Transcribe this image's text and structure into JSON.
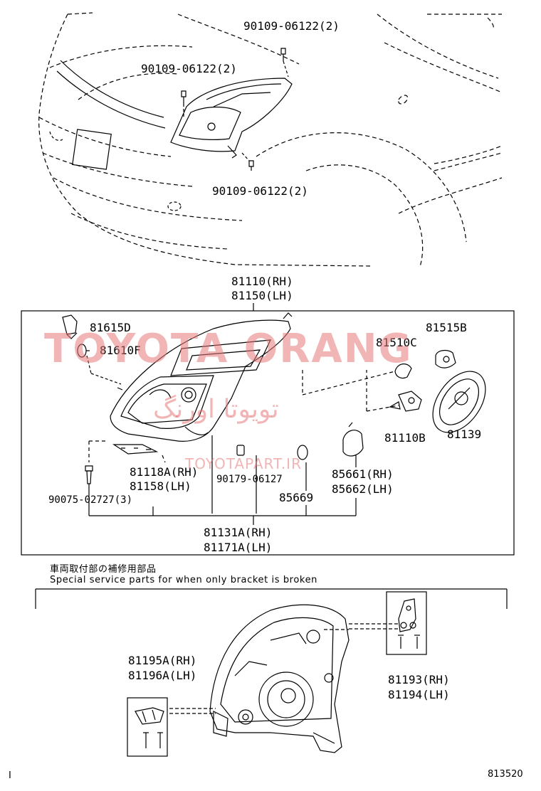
{
  "top_view": {
    "labels": [
      {
        "id": "screw-a",
        "text": "90109-06122(2)"
      },
      {
        "id": "screw-b",
        "text": "90109-06122(2)"
      },
      {
        "id": "screw-c",
        "text": "90109-06122(2)"
      }
    ]
  },
  "assembly": {
    "part_rh": "81110(RH)",
    "part_lh": "81150(LH)",
    "labels": {
      "p81615D": "81615D",
      "p81610F": "81610F",
      "p81515B": "81515B",
      "p81510C": "81510C",
      "p81110B": "81110B",
      "p81139": "81139",
      "p81118A_rh": "81118A(RH)",
      "p81158_lh": "81158(LH)",
      "p90179": "90179-06127",
      "p85661_rh": "85661(RH)",
      "p85662_lh": "85662(LH)",
      "p90075": "90075-02727(3)",
      "p85669": "85669",
      "p81131A_rh": "81131A(RH)",
      "p81171A_lh": "81171A(LH)"
    }
  },
  "watermark": {
    "title": "TOYOTA ORANG",
    "persian": "تویوتا اورنگ",
    "url": "TOYOTAPART.IR"
  },
  "service_note": {
    "japanese": "車両取付部の補修用部品",
    "english": "Special service parts for when only bracket is broken"
  },
  "brackets": {
    "left_rh": "81195A(RH)",
    "left_lh": "81196A(LH)",
    "right_rh": "81193(RH)",
    "right_lh": "81194(LH)"
  },
  "footer": {
    "left_mark": "I",
    "figure_number": "813520"
  },
  "colors": {
    "line": "#000000",
    "watermark": "#e67878"
  }
}
